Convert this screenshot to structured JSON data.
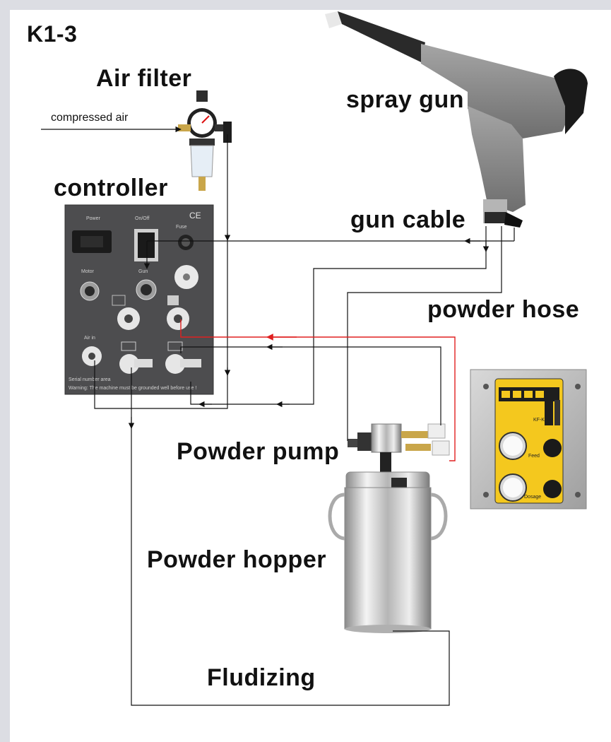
{
  "labels": {
    "model": "K1-3",
    "air_filter": "Air filter",
    "compressed_air": "compressed air",
    "controller": "controller",
    "spray_gun": "spray gun",
    "gun_cable": "gun cable",
    "powder_hose": "powder hose",
    "powder_pump": "Powder pump",
    "powder_hopper": "Powder hopper",
    "fluidizing": "Fludizing"
  },
  "controller_panel": {
    "power": "Power",
    "on_off": "On/Off",
    "fuse": "Fuse",
    "motor": "Motor",
    "gun": "Gun",
    "air_in": "Air in",
    "serial": "Serial number area",
    "warning": "Warning: The machine must be grounded well before use !",
    "ce": "CE"
  },
  "yellow_panel": {
    "feed": "Feed",
    "dosage": "Dosage",
    "model": "KF-K1"
  },
  "colors": {
    "background": "#dcdde3",
    "panel": "#4d4d4f",
    "wire": "#111111",
    "red_wire": "#e02020",
    "yellow": "#f4c81e",
    "gun_gray": "#8a8a8a"
  }
}
